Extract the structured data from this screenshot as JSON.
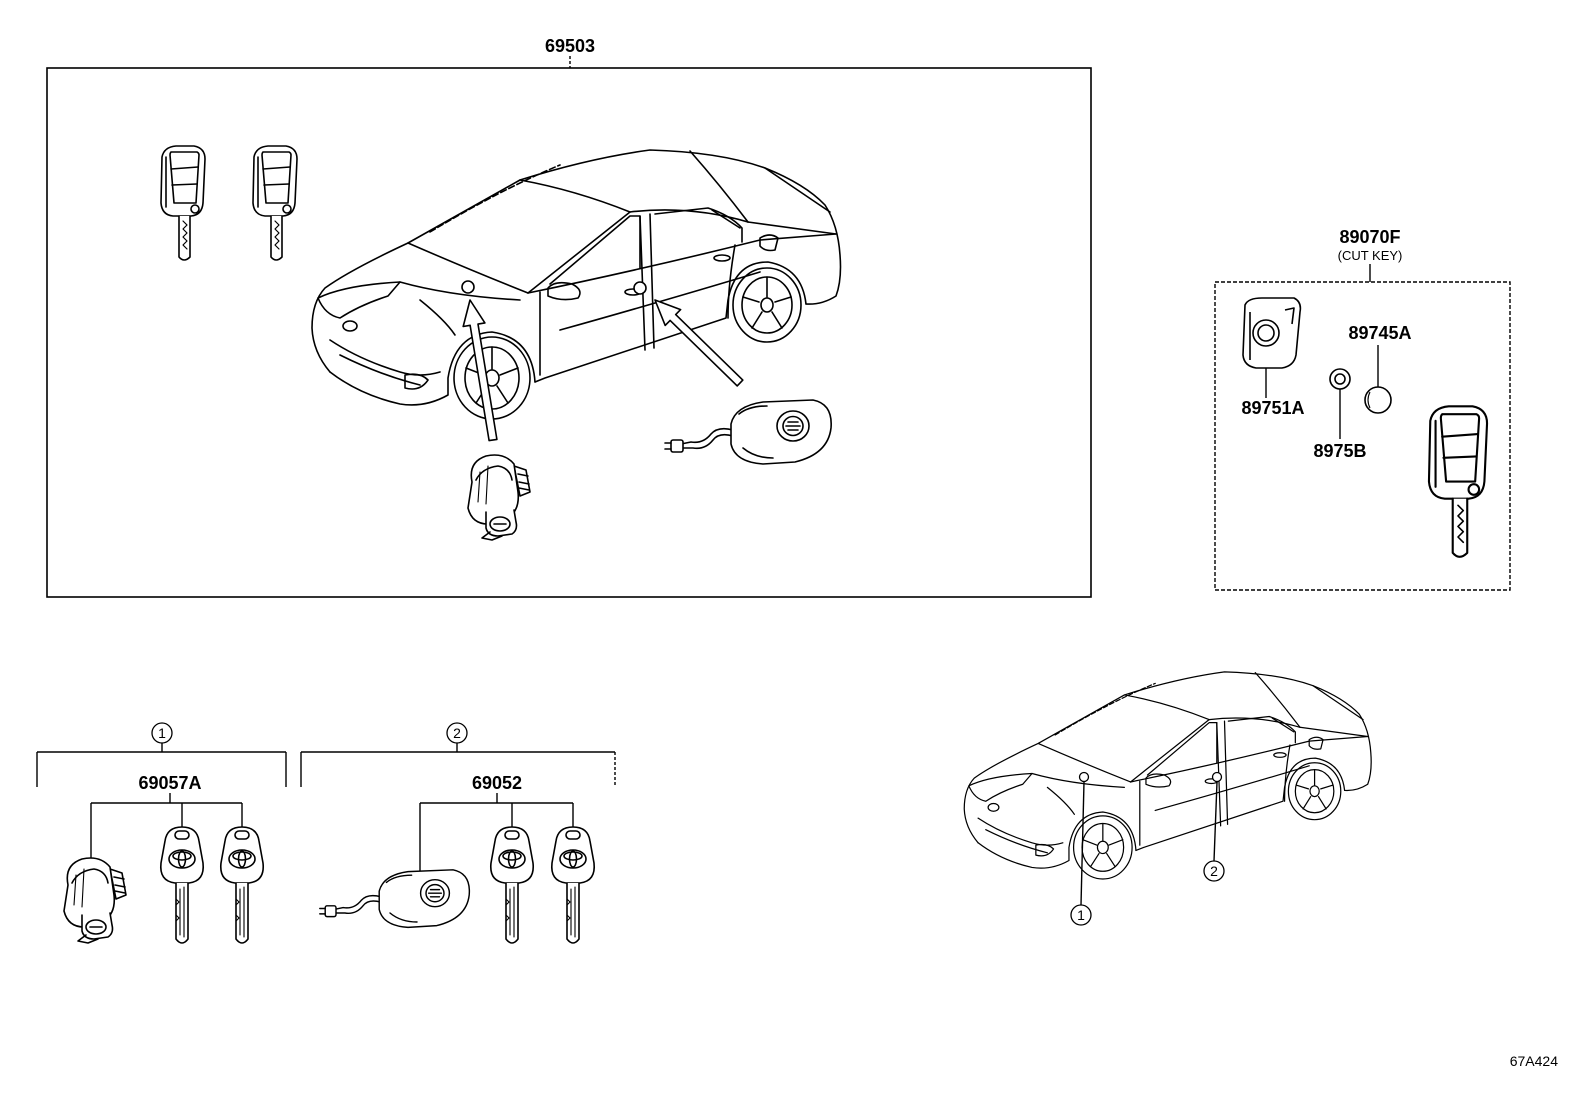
{
  "colors": {
    "line": "#000000",
    "background": "#ffffff"
  },
  "assembly": {
    "part_number": "69503"
  },
  "cut_key": {
    "part_number": "89070F",
    "note": "(CUT KEY)",
    "parts": [
      "89745A",
      "89751A",
      "8975B"
    ]
  },
  "groups": [
    {
      "marker": "1",
      "part_number": "69057A"
    },
    {
      "marker": "2",
      "part_number": "69052"
    }
  ],
  "location_markers": [
    "1",
    "2"
  ],
  "illustration_code": "67A424"
}
